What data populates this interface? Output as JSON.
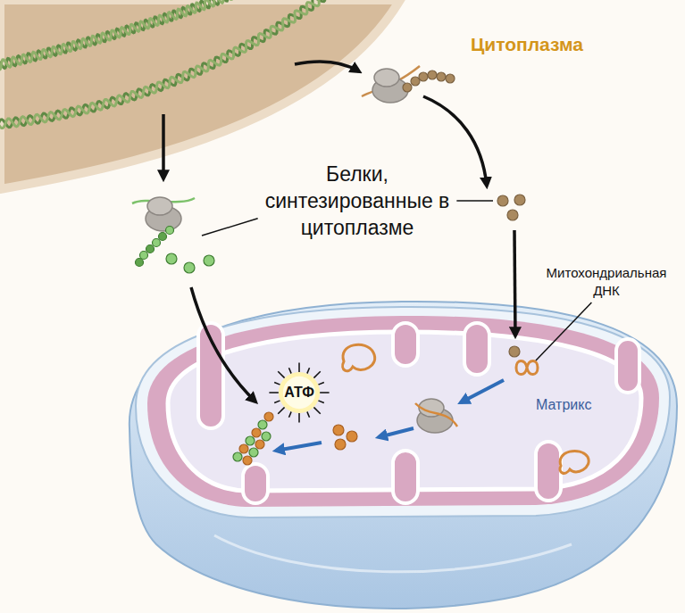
{
  "diagram": {
    "nodes": [
      {
        "text": [
          "АТФ"
        ]
      }
    ],
    "labels": [
      "Цитоплазма",
      "Белки, синтезированные в цитоплазме",
      "Митохондриальная ДНК",
      "Матрикс"
    ]
  }
}
